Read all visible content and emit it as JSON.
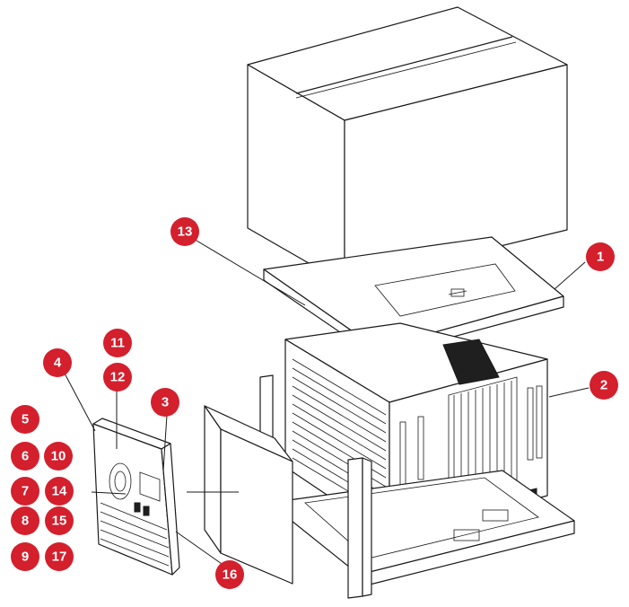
{
  "badge_color": "#d41f2d",
  "callouts": [
    {
      "id": "1",
      "label": "1"
    },
    {
      "id": "2",
      "label": "2"
    },
    {
      "id": "3",
      "label": "3"
    },
    {
      "id": "4",
      "label": "4"
    },
    {
      "id": "5",
      "label": "5"
    },
    {
      "id": "6",
      "label": "6"
    },
    {
      "id": "7",
      "label": "7"
    },
    {
      "id": "8",
      "label": "8"
    },
    {
      "id": "9",
      "label": "9"
    },
    {
      "id": "10",
      "label": "10"
    },
    {
      "id": "11",
      "label": "11"
    },
    {
      "id": "12",
      "label": "12"
    },
    {
      "id": "13",
      "label": "13"
    },
    {
      "id": "14",
      "label": "14"
    },
    {
      "id": "15",
      "label": "15"
    },
    {
      "id": "16",
      "label": "16"
    },
    {
      "id": "17",
      "label": "17"
    }
  ]
}
